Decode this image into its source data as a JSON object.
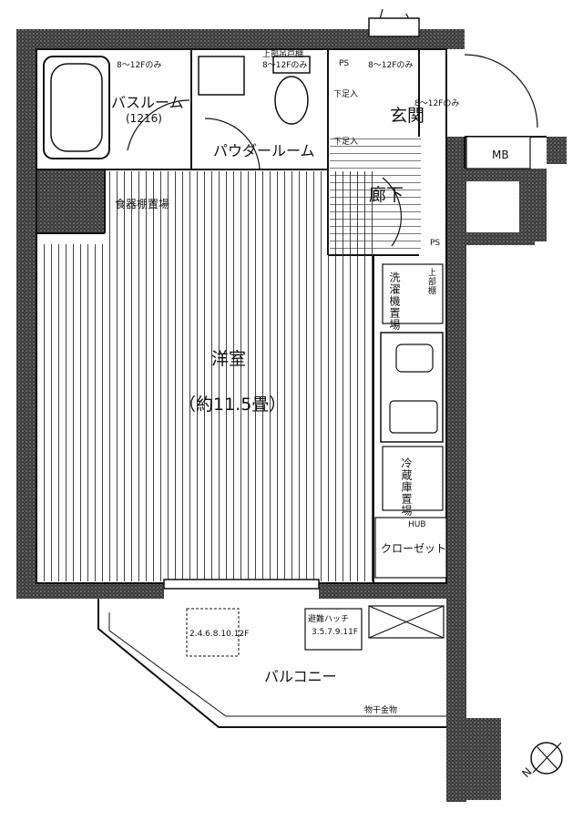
{
  "rooms": {
    "western_room": "洋室",
    "western_room_size": "（約11.5畳）",
    "bathroom": "バスルーム",
    "bathroom_size": "(1216)",
    "powder_room": "パウダールーム",
    "entrance": "玄関",
    "corridor": "廊下",
    "balcony": "バルコニー"
  },
  "fixtures": {
    "dish_shelf": "食器棚置場",
    "washer_place": "洗濯機置場",
    "upper_cabinet": "上部棚",
    "fridge_place": "冷蔵庫置場",
    "closet": "クローゼット",
    "hub": "HUB",
    "mb": "MB",
    "ps_top": "PS",
    "ps_mid": "PS",
    "footrest_1": "下足入",
    "footrest_2": "下足入",
    "laundry_pole": "物干金物",
    "upper_hanging_cabinet": "上部吊戸棚"
  },
  "notes": {
    "floors_8_12_bath": "8～12Fのみ",
    "floors_8_12_toilet": "8～12Fのみ",
    "floors_8_12_entry": "8～12Fのみ",
    "floors_8_12_door": "8～12Fのみ",
    "escape_hatch": "避難ハッチ",
    "escape_floors": "3.5.7.9.11F",
    "ladder_floors": "2.4.6.8.10.12F"
  },
  "compass": {
    "north": "N"
  }
}
